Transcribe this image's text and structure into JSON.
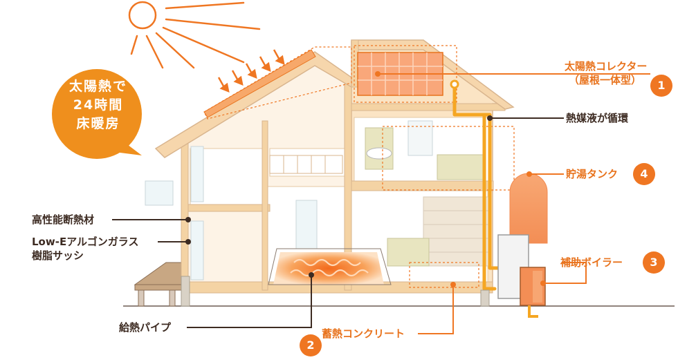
{
  "bubble": {
    "line1": "太陽熱で",
    "line2": "24時間",
    "line3": "床暖房"
  },
  "labels": {
    "solar_collector": "太陽熱コレクター",
    "solar_collector_sub": "（屋根一体型）",
    "heat_medium": "熱媒液が循環",
    "storage_tank": "貯湯タンク",
    "aux_boiler": "補助ボイラー",
    "thermal_concrete": "蓄熱コンクリート",
    "supply_pipe": "給熱パイプ",
    "insulation": "高性能断熱材",
    "window_line1": "Low-Eアルゴンガラス",
    "window_line2": "樹脂サッシ"
  },
  "badges": {
    "b1": "1",
    "b2": "2",
    "b3": "3",
    "b4": "4"
  },
  "colors": {
    "accent_orange": "#ef7622",
    "label_orange": "#e8731d",
    "dark_brown": "#3d2b22",
    "house_wall": "#fbe4c4",
    "floor_heat": "#f7903f",
    "pipe_yellow": "#f5a623"
  },
  "icons": [
    "sun-icon",
    "sun-ray-arrow-icon"
  ]
}
